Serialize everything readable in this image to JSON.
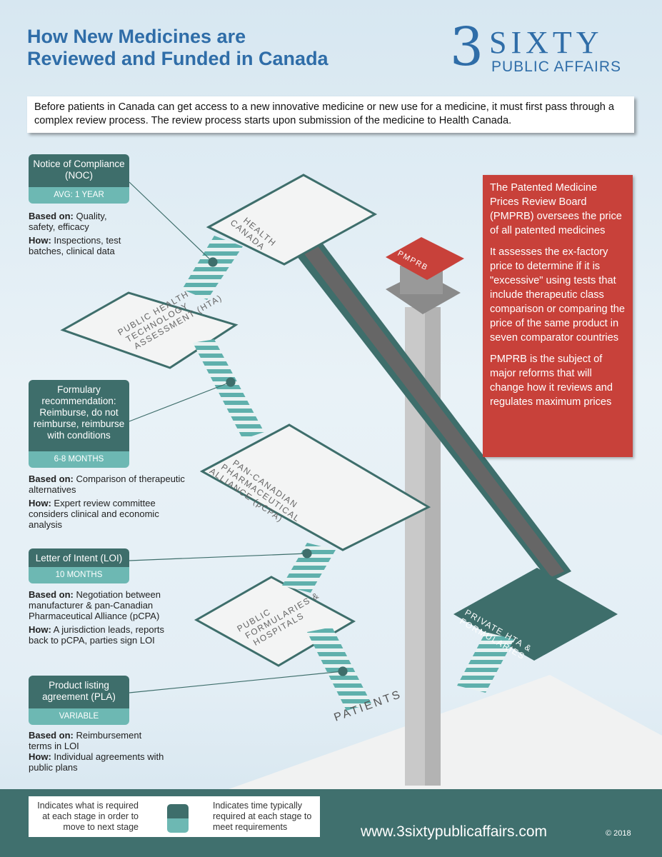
{
  "header": {
    "title_line1": "How New Medicines are",
    "title_line2": "Reviewed and Funded in Canada",
    "logo_number": "3",
    "logo_word": "SIXTY",
    "logo_sub": "PUBLIC AFFAIRS"
  },
  "intro": "Before patients in Canada can get access to a new innovative medicine or new use for a medicine, it must first pass through a complex review process. The review process starts upon submission of the medicine to Health Canada.",
  "stages": [
    {
      "title": "Notice of Compliance (NOC)",
      "time": "AVG: 1 YEAR",
      "based_label": "Based on:",
      "based": " Quality, safety, efficacy",
      "how_label": "How:",
      "how": " Inspections, test batches, clinical data"
    },
    {
      "title": "Formulary recommendation: Reimburse, do not reimburse, reimburse with conditions",
      "time": "6-8 MONTHS",
      "based_label": "Based on:",
      "based": " Comparison of therapeutic alternatives",
      "how_label": "How:",
      "how": " Expert review committee considers clinical and economic analysis"
    },
    {
      "title": "Letter of Intent (LOI)",
      "time": "10 MONTHS",
      "based_label": "Based on:",
      "based": " Negotiation between manufacturer & pan-Canadian Pharmaceutical Alliance (pCPA)",
      "how_label": "How:",
      "how": " A jurisdiction leads, reports back to pCPA, parties sign LOI"
    },
    {
      "title": "Product listing agreement (PLA)",
      "time": "VARIABLE",
      "based_label": "Based on:",
      "based": " Reimbursement terms in LOI",
      "how_label": "How:",
      "how": " Individual agreements with public plans"
    }
  ],
  "pmprb_box": {
    "p1": "The Patented Medicine Prices Review Board (PMPRB) oversees the price of all patented medicines",
    "p2": "It assesses the ex-factory price to determine if it is \"excessive\" using tests that include therapeutic class comparison or comparing the price of the same product in seven comparator countries",
    "p3": "PMPRB is the subject of major reforms that will change how it reviews and regulates maximum prices"
  },
  "platforms": {
    "health_canada": [
      "HEALTH",
      "CANADA"
    ],
    "hta": [
      "PUBLIC HEALTH",
      "TECHNOLOGY",
      "ASSESSMENT (HTA)"
    ],
    "pcpa": [
      "PAN-CANADIAN",
      "PHARMACEUTICAL",
      "ALLIANCE (pCPA)"
    ],
    "public": [
      "PUBLIC",
      "FORMULARIES &",
      "HOSPITALS"
    ],
    "private": [
      "PRIVATE HTA &",
      "FORMULARIES"
    ],
    "patients": "PATIENTS",
    "tower": "PMPRB"
  },
  "legend": {
    "left": "Indicates what is required at each stage in order to move to next stage",
    "right": "Indicates time typically required at each stage to meet requirements"
  },
  "footer": {
    "url": "www.3sixtypublicaffairs.com",
    "copyright": "© 2018"
  },
  "colors": {
    "title_blue": "#2f6da8",
    "dark_teal": "#3e6e6b",
    "light_teal": "#6db8b3",
    "red": "#c8413a"
  }
}
